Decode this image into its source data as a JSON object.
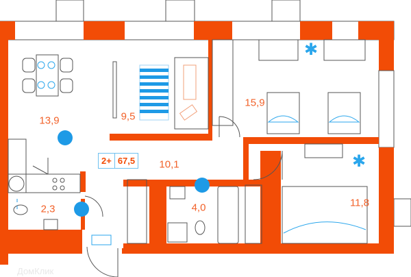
{
  "plan": {
    "rooms_label": "2+",
    "total_area": "67,5",
    "colors": {
      "wall": "#f24c06",
      "accent": "#2aa6ec",
      "area_text": "#f2622a"
    },
    "rooms": [
      {
        "name": "kitchen",
        "area": "13,9"
      },
      {
        "name": "living",
        "area": "9,5"
      },
      {
        "name": "bedroom-1",
        "area": "15,9"
      },
      {
        "name": "hallway",
        "area": "10,1"
      },
      {
        "name": "bathroom",
        "area": "4,0"
      },
      {
        "name": "bedroom-2",
        "area": "11,8"
      },
      {
        "name": "toilet",
        "area": "2,3"
      }
    ],
    "watermark": "ДомКлик"
  }
}
